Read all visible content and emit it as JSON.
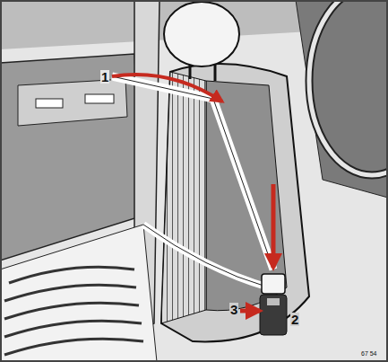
{
  "diagram": {
    "labels": [
      "1",
      "3",
      "2",
      "67 54"
    ]
  }
}
